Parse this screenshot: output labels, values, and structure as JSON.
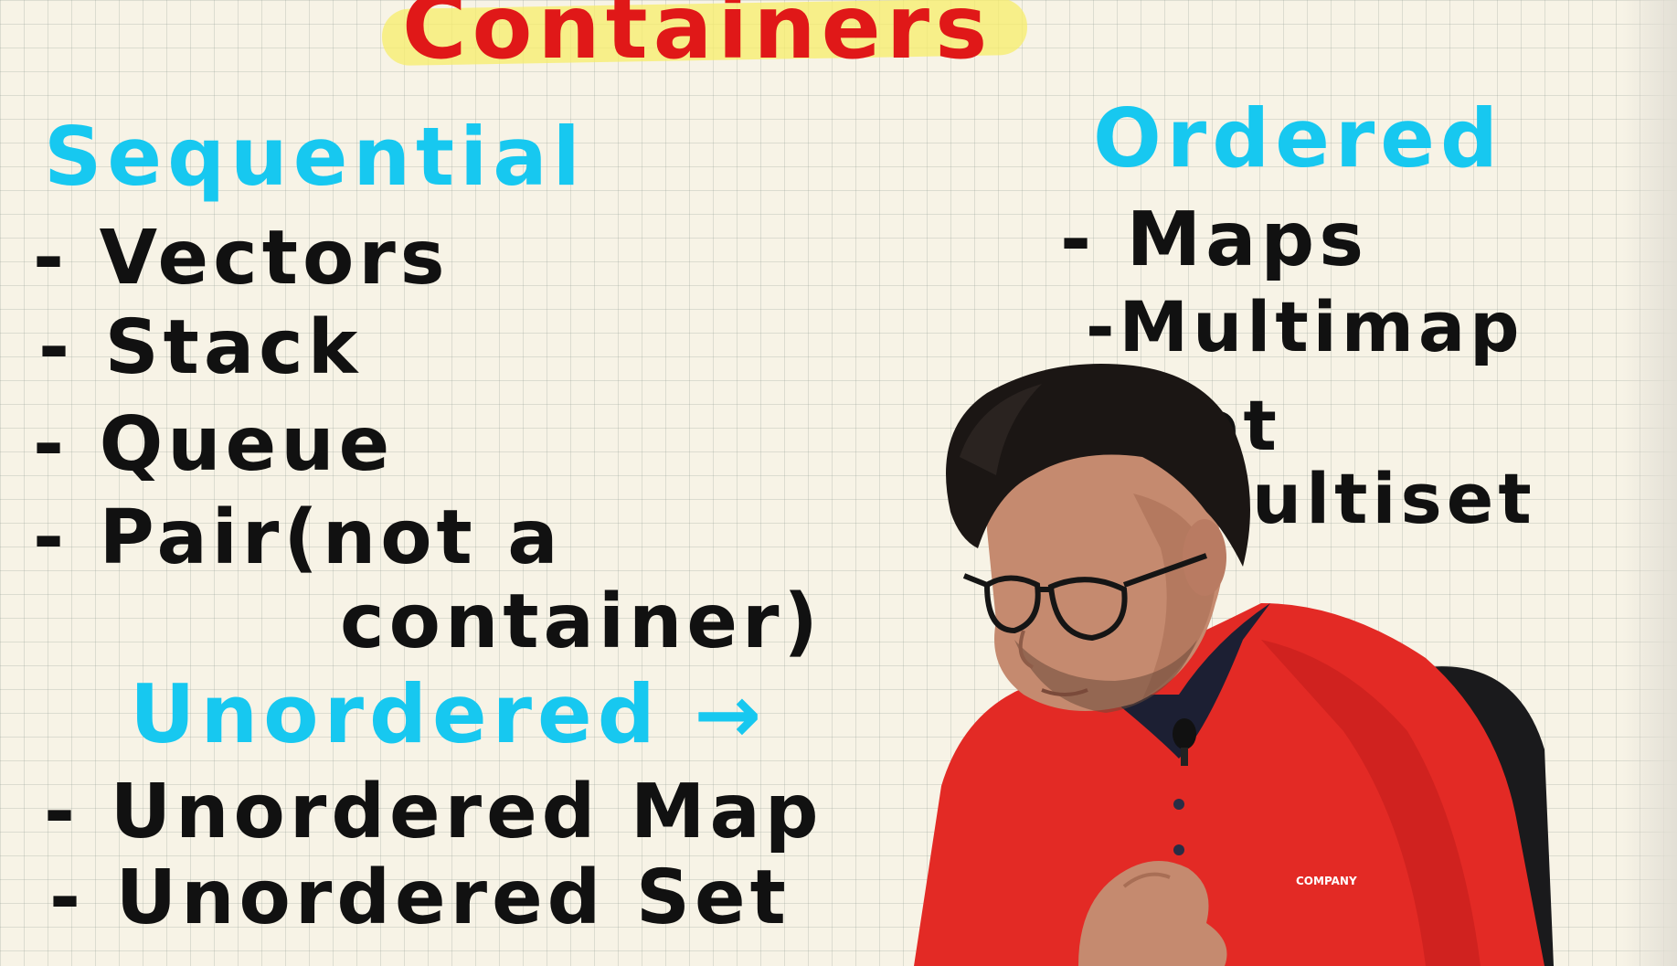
{
  "colors": {
    "title_ink": "#e01818",
    "heading_ink": "#17c8f0",
    "item_ink": "#111111",
    "highlight": "#f7ee6a",
    "shirt": "#e32a25",
    "hair": "#1b1614",
    "skin": "#c58a6f"
  },
  "title": "Containers",
  "sequential": {
    "heading": "Sequential",
    "items": [
      "- Vectors",
      "- Stack",
      "- Queue",
      "- Pair(not a",
      "container)"
    ]
  },
  "unordered": {
    "heading": "Unordered →",
    "items": [
      "- Unordered Map",
      "- Unordered Set"
    ]
  },
  "ordered": {
    "heading": "Ordered",
    "items": [
      "- Maps",
      "-Multimap",
      "et",
      "ultiset"
    ]
  },
  "shirt_logo": "COMPANY"
}
